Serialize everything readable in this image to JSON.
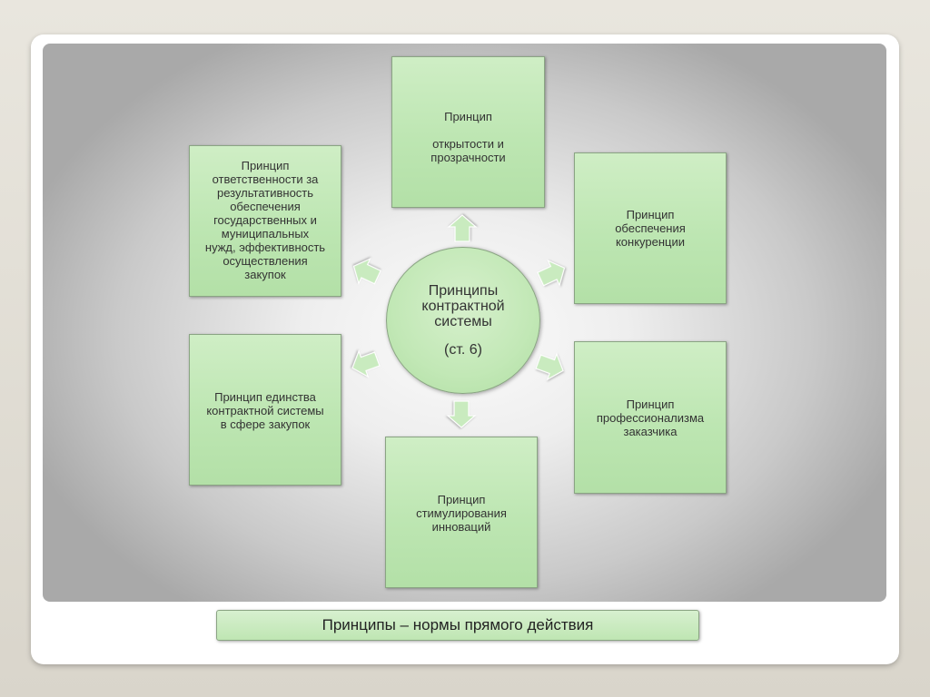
{
  "center": {
    "title": "Принципы\nконтрактной\nсистемы",
    "subtitle": "(ст. 6)"
  },
  "principles": {
    "transparency": "Принцип\n\nоткрытости и\nпрозрачности",
    "competition": "Принцип\nобеспечения\nконкуренции",
    "professionalism": "Принцип\nпрофессионализма\nзаказчика",
    "innovation": "Принцип\nстимулирования\nинноваций",
    "unity": "Принцип единства\nконтрактной системы\nв сфере закупок",
    "responsibility": "Принцип\nответственности за\nрезультативность\nобеспечения\nгосударственных и\nмуниципальных\nнужд, эффективность\nосуществления\nзакупок"
  },
  "footer": {
    "label": "Принципы – нормы прямого действия"
  },
  "colors": {
    "box_fill": "#bde6b2",
    "box_border": "#8aa483",
    "arrow_fill": "#c9ebbf"
  }
}
